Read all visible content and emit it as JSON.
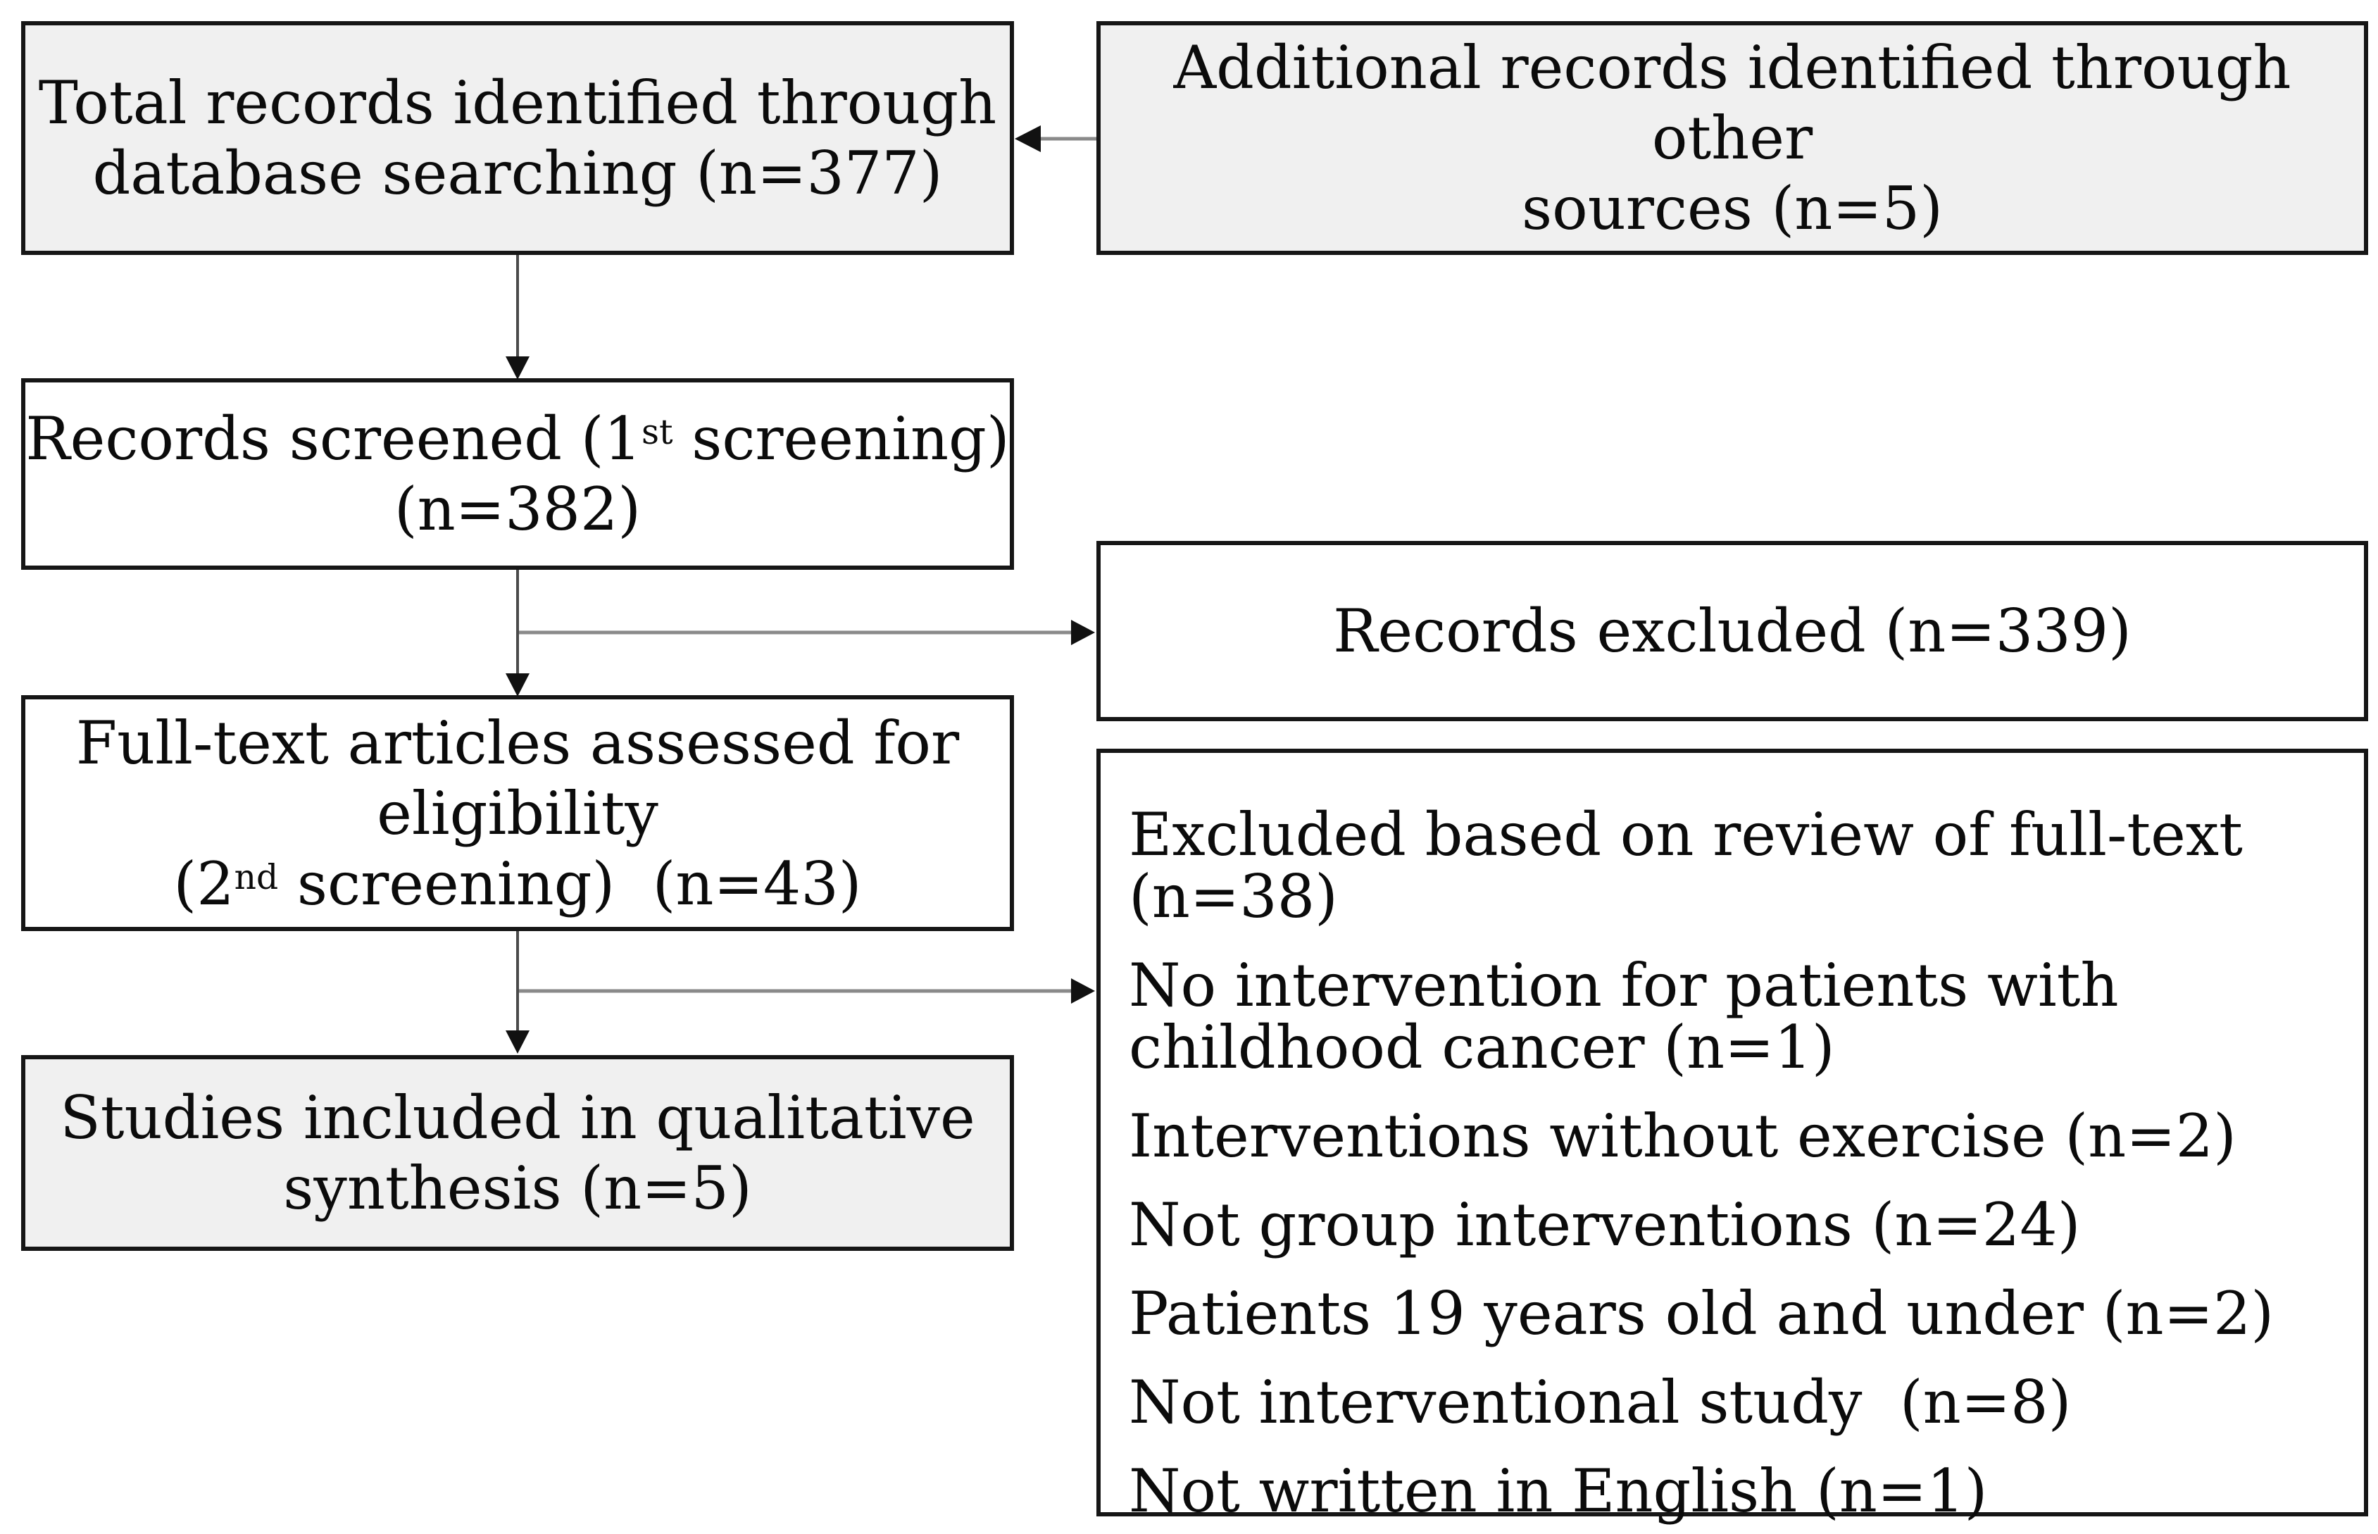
{
  "figure": {
    "type": "prisma-flow-diagram",
    "background": "#ffffff"
  },
  "colors": {
    "box_fill_gray": "#f0f0f0",
    "box_fill_white": "#ffffff",
    "box_border": "#161616",
    "text": "#0b0b0b",
    "connector_vertical": "#4a4a4a",
    "connector_horizontal": "#8a8a8a",
    "arrowhead": "#111111"
  },
  "boxes": {
    "identified_db": {
      "lines": [
        "Total records identified through",
        "database searching (n=377)"
      ]
    },
    "identified_other": {
      "lines": [
        "Additional records identified through other",
        "sources (n=5)"
      ]
    },
    "screened": {
      "line1": [
        {
          "t": "Records screened (1"
        },
        {
          "t": "st",
          "s": true
        },
        {
          "t": " screening)"
        }
      ],
      "line2": "(n=382)"
    },
    "records_excluded": {
      "label": "Records excluded (n=339)"
    },
    "fulltext": {
      "line1": "Full-text articles assessed for",
      "line2": "eligibility",
      "line3": [
        {
          "t": "(2"
        },
        {
          "t": "nd",
          "s": true
        },
        {
          "t": " screening)  (n=43)"
        }
      ]
    },
    "exclusion_reasons": {
      "items": [
        "Excluded based on review of full-text (n=38)",
        "No intervention for patients with childhood cancer (n=1)",
        "Interventions without exercise (n=2)",
        "Not group interventions (n=24)",
        "Patients 19 years old and under (n=2)",
        "Not interventional study  (n=8)",
        "Not written in English (n=1)"
      ]
    },
    "included": {
      "lines": [
        "Studies included in qualitative",
        "synthesis (n=5)"
      ]
    }
  }
}
